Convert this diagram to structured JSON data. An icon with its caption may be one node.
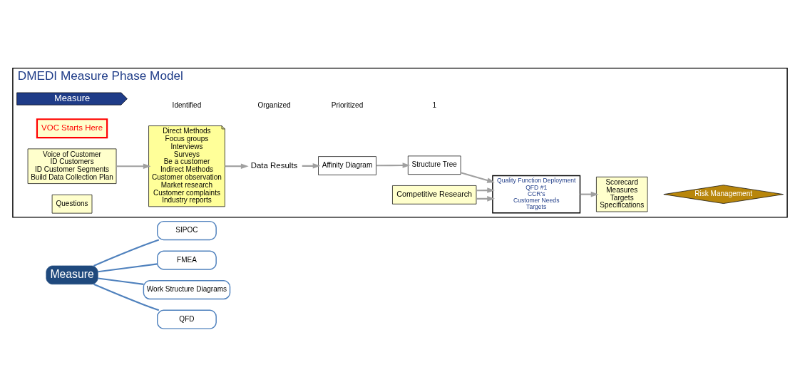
{
  "diagram": {
    "nodes": [
      {
        "text": [
          "Measure"
        ]
      },
      {
        "text": [
          "SIPOC"
        ]
      },
      {
        "text": [
          "FMEA"
        ]
      },
      {
        "text": [
          "Work Structure Diagrams"
        ]
      },
      {
        "text": [
          "QFD"
        ]
      },
      {
        "text": [
          "DMEDI Measure Phase Model"
        ]
      },
      {
        "text": [
          "Measure"
        ],
        "in": 5
      },
      {
        "text": [
          "VOC Starts Here"
        ],
        "in": 5
      },
      {
        "text": [
          "Voice of Customer",
          "ID Customers",
          "ID Customer Segments",
          "Build Data Collection Plan"
        ],
        "in": 5
      },
      {
        "text": [
          "Questions"
        ],
        "in": 5
      },
      {
        "text": [
          "Data Results"
        ],
        "in": 5
      },
      {
        "text": [
          "Direct Methods",
          "Focus groups",
          "Interviews",
          "Surveys",
          "Be a customer",
          "Indirect Methods",
          "Customer observation",
          "Market research",
          "Customer complaints",
          "Industry reports"
        ],
        "in": 5
      },
      {
        "text": [
          "Affinity Diagram"
        ],
        "in": 5
      },
      {
        "text": [
          "Structure Tree"
        ],
        "in": 5
      },
      {
        "text": [
          "Quality Function Deployment",
          "QFD #1",
          "CCR's",
          "Customer Needs",
          "Targets"
        ],
        "in": 5
      },
      {
        "text": [
          "Scorecard",
          "Measures",
          "Targets",
          "Specifications"
        ],
        "in": 5
      },
      {
        "text": [
          "Risk Management"
        ],
        "in": 5
      },
      {
        "text": [
          "Competitive Research"
        ],
        "in": 5
      }
    ],
    "edges": [
      {
        "from": 0,
        "to": 1,
        "arrow": "none",
        "color": "#4f81bd"
      },
      {
        "from": 0,
        "to": 2,
        "arrow": "none",
        "color": "#4f81bd"
      },
      {
        "from": 0,
        "to": 3,
        "arrow": "none",
        "color": "#4f81bd"
      },
      {
        "from": 0,
        "to": 4,
        "arrow": "none",
        "color": "#4f81bd"
      },
      {
        "from": 8,
        "to": 11,
        "arrow": "to"
      },
      {
        "from": 11,
        "to": 10,
        "arrow": "to"
      },
      {
        "from": 10,
        "to": 12,
        "arrow": "to"
      },
      {
        "from": 12,
        "to": 13,
        "arrow": "to"
      },
      {
        "from": 13,
        "to": 14,
        "arrow": "to"
      },
      {
        "from": 14,
        "to": 15,
        "arrow": "to"
      },
      {
        "from": 17,
        "to": 14,
        "arrow": "to"
      },
      {
        "from": 17,
        "to": 14,
        "arrow": "to"
      }
    ],
    "labels": [
      "Identified",
      "Organized",
      "Prioritized",
      "1"
    ]
  }
}
